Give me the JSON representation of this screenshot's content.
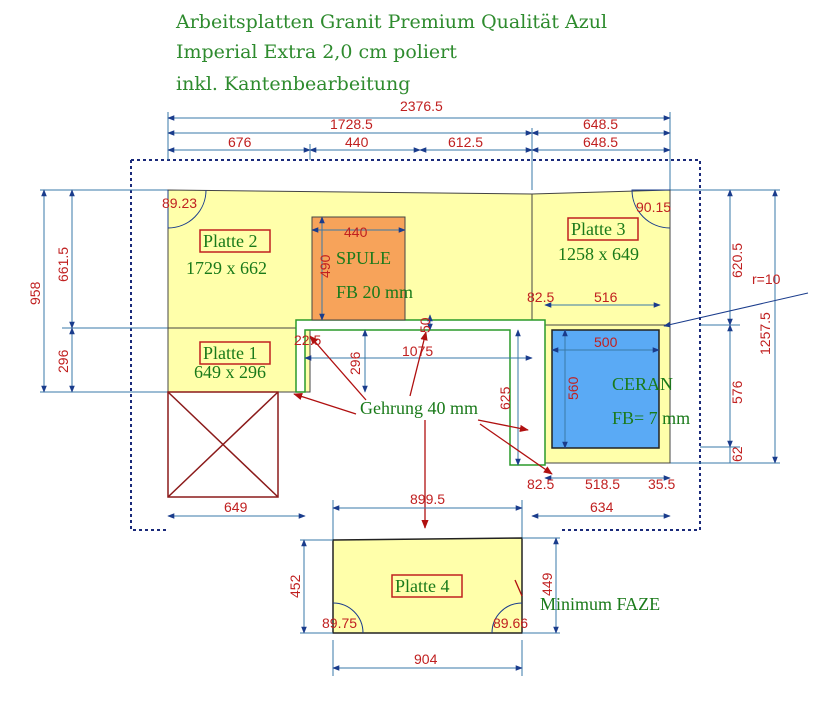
{
  "header": {
    "line1": "Arbeitsplatten Granit Premium Qualität Azul",
    "line2": "Imperial Extra 2,0 cm poliert",
    "line3": "inkl. Kantenbearbeitung"
  },
  "dims": {
    "total": "2376.5",
    "left_span": "1728.5",
    "right_span": "648.5",
    "right_span2": "648.5",
    "d676": "676",
    "d440": "440",
    "d612": "612.5",
    "d958": "958",
    "d661": "661.5",
    "d296": "296",
    "d620": "620.5",
    "d576": "576",
    "d62": "62",
    "d1257": "1257.5",
    "d82a": "82.5",
    "d516": "516",
    "d1075": "1075",
    "d22": "22.5",
    "d296b": "296",
    "d50": "50",
    "d625": "625",
    "d82b": "82.5",
    "d518": "518.5",
    "d35": "35.5",
    "d634": "634",
    "d649": "649",
    "radius": "r=10",
    "d899": "899.5",
    "d452": "452",
    "d449": "449",
    "d904": "904"
  },
  "sink": {
    "width": "440",
    "height": "490",
    "label": "SPULE",
    "fb": "FB 20 mm"
  },
  "ceran": {
    "width": "500",
    "height": "560",
    "label": "CERAN",
    "fb": "FB= 7 mm"
  },
  "plates": {
    "p1": {
      "name": "Platte 1",
      "size": "649 x 296"
    },
    "p2": {
      "name": "Platte 2",
      "size": "1729 x 662"
    },
    "p3": {
      "name": "Platte 3",
      "size": "1258 x 649"
    },
    "p4": {
      "name": "Platte 4"
    }
  },
  "angles": {
    "tl": "89.23",
    "tr": "90.15",
    "bl": "89.75",
    "br": "89.66"
  },
  "notes": {
    "gehrung": "Gehrung 40 mm",
    "faze": "Minimum FAZE"
  },
  "colors": {
    "plate_fill": "#ffffaa",
    "sink_fill": "#f7a35a",
    "ceran_fill": "#5aaaf5",
    "dimension_text": "#c02020",
    "label_text": "#1a7a1a"
  }
}
